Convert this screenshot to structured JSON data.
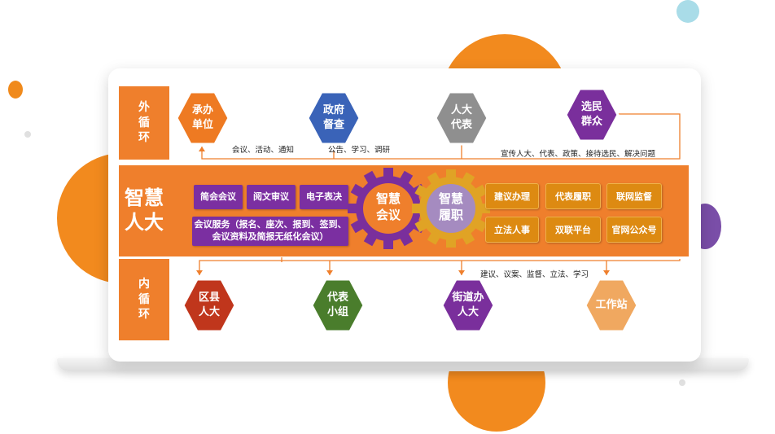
{
  "colors": {
    "orange": "#ef7f2c",
    "purple": "#7b2fa1",
    "gold": "#dd8a12",
    "hex_orange": "#ee7a22",
    "hex_blue": "#3a63b8",
    "hex_gray": "#8f8f8f",
    "hex_violet": "#7a2f9c",
    "hex_green": "#4a7d2c",
    "hex_red": "#c0361c",
    "hex_sand": "#f0a860"
  },
  "outer_cycle": {
    "label": [
      "外",
      "循",
      "环"
    ],
    "nodes": [
      "承办\n单位",
      "政府\n督查",
      "人大\n代表",
      "选民\n群众"
    ],
    "caption_left": "会议、活动、通知",
    "caption_mid": "公告、学习、调研",
    "caption_right": "宣传人大、代表、政策、接待选民、解决问题"
  },
  "center": {
    "title": [
      "智慧",
      "人大"
    ],
    "meeting_buttons": [
      "简会会议",
      "阅文审议",
      "电子表决"
    ],
    "meeting_service": "会议服务（报名、座次、报到、签到、\n会议资料及简报无纸化会议）",
    "gear_meeting": "智慧\n会议",
    "gear_duty": "智慧\n履职",
    "duty_buttons": [
      "建议办理",
      "代表履职",
      "联网监督",
      "立法人事",
      "双联平台",
      "官网公众号"
    ]
  },
  "inner_cycle": {
    "label": [
      "内",
      "循",
      "环"
    ],
    "caption": "建议、议案、监督、立法、学习",
    "nodes": [
      "区县\n人大",
      "代表\n小组",
      "街道办\n人大",
      "工作站"
    ]
  }
}
